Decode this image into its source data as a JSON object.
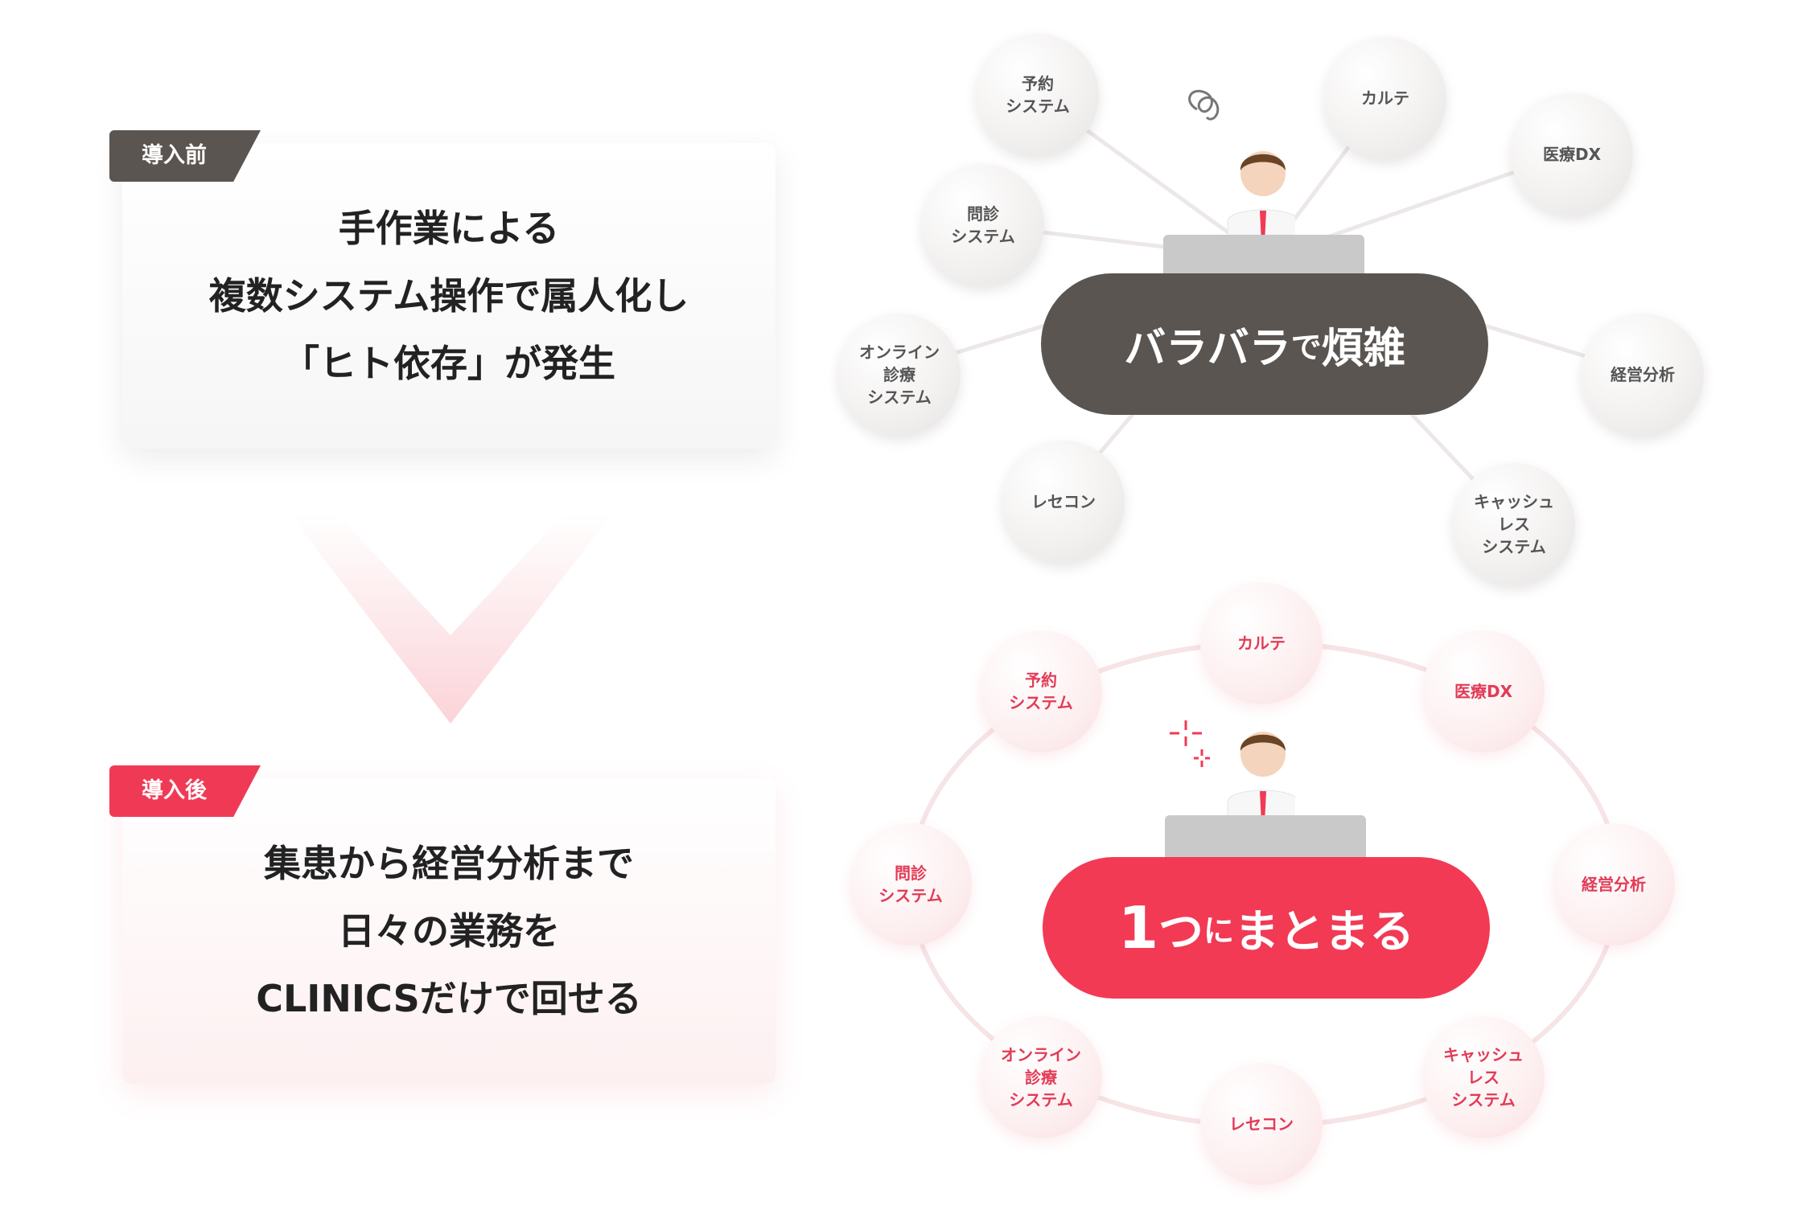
{
  "before": {
    "tag": "導入前",
    "lines": [
      "手作業による",
      "複数システム操作で属人化し",
      "「ヒト依存」が発生"
    ]
  },
  "after": {
    "tag": "導入後",
    "lines": [
      "集患から経営分析まで",
      "日々の業務を",
      "CLINICSだけで回せる"
    ]
  },
  "top_diagram": {
    "center_label": "バラバラ",
    "center_label_small": "で",
    "center_label_end": "煩雑",
    "nodes": [
      "予約\nシステム",
      "カルテ",
      "医療DX",
      "問診\nシステム",
      "オンライン\n診療\nシステム",
      "経営分析",
      "レセコン",
      "キャッシュ\nレス\nシステム"
    ]
  },
  "bottom_diagram": {
    "center_label_num": "1",
    "center_label_a": "つ",
    "center_label_small": "に",
    "center_label_b": "まとまる",
    "nodes": [
      "カルテ",
      "予約\nシステム",
      "医療DX",
      "問診\nシステム",
      "経営分析",
      "オンライン\n診療\nシステム",
      "キャッシュ\nレス\nシステム",
      "レセコン"
    ]
  },
  "colors": {
    "dark": "#5a5551",
    "accent": "#f23a55",
    "accent_text": "#e23b56"
  }
}
